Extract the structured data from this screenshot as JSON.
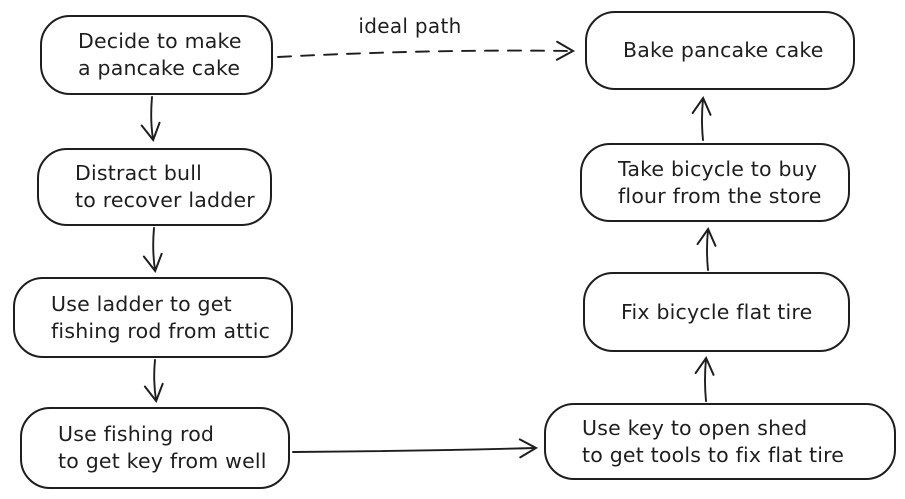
{
  "diagram": {
    "background_color": "#ffffff",
    "stroke_color": "#1e1e1e",
    "nodes": [
      {
        "id": "decide",
        "label": "Decide to make\na pancake cake"
      },
      {
        "id": "distract-bull",
        "label": "Distract bull\nto recover ladder"
      },
      {
        "id": "use-ladder",
        "label": "Use ladder to get\nfishing rod from attic"
      },
      {
        "id": "use-fishing-rod",
        "label": "Use fishing rod\nto get key from well"
      },
      {
        "id": "use-key",
        "label": "Use key to open shed\nto get tools to fix flat tire"
      },
      {
        "id": "fix-tire",
        "label": "Fix bicycle flat tire"
      },
      {
        "id": "take-bicycle",
        "label": "Take bicycle to buy\nflour from the store"
      },
      {
        "id": "bake",
        "label": "Bake pancake cake"
      }
    ],
    "edges": [
      {
        "from": "decide",
        "to": "bake",
        "style": "dashed",
        "label": "ideal path"
      },
      {
        "from": "decide",
        "to": "distract-bull",
        "style": "solid"
      },
      {
        "from": "distract-bull",
        "to": "use-ladder",
        "style": "solid"
      },
      {
        "from": "use-ladder",
        "to": "use-fishing-rod",
        "style": "solid"
      },
      {
        "from": "use-fishing-rod",
        "to": "use-key",
        "style": "solid"
      },
      {
        "from": "use-key",
        "to": "fix-tire",
        "style": "solid"
      },
      {
        "from": "fix-tire",
        "to": "take-bicycle",
        "style": "solid"
      },
      {
        "from": "take-bicycle",
        "to": "bake",
        "style": "solid"
      }
    ]
  }
}
